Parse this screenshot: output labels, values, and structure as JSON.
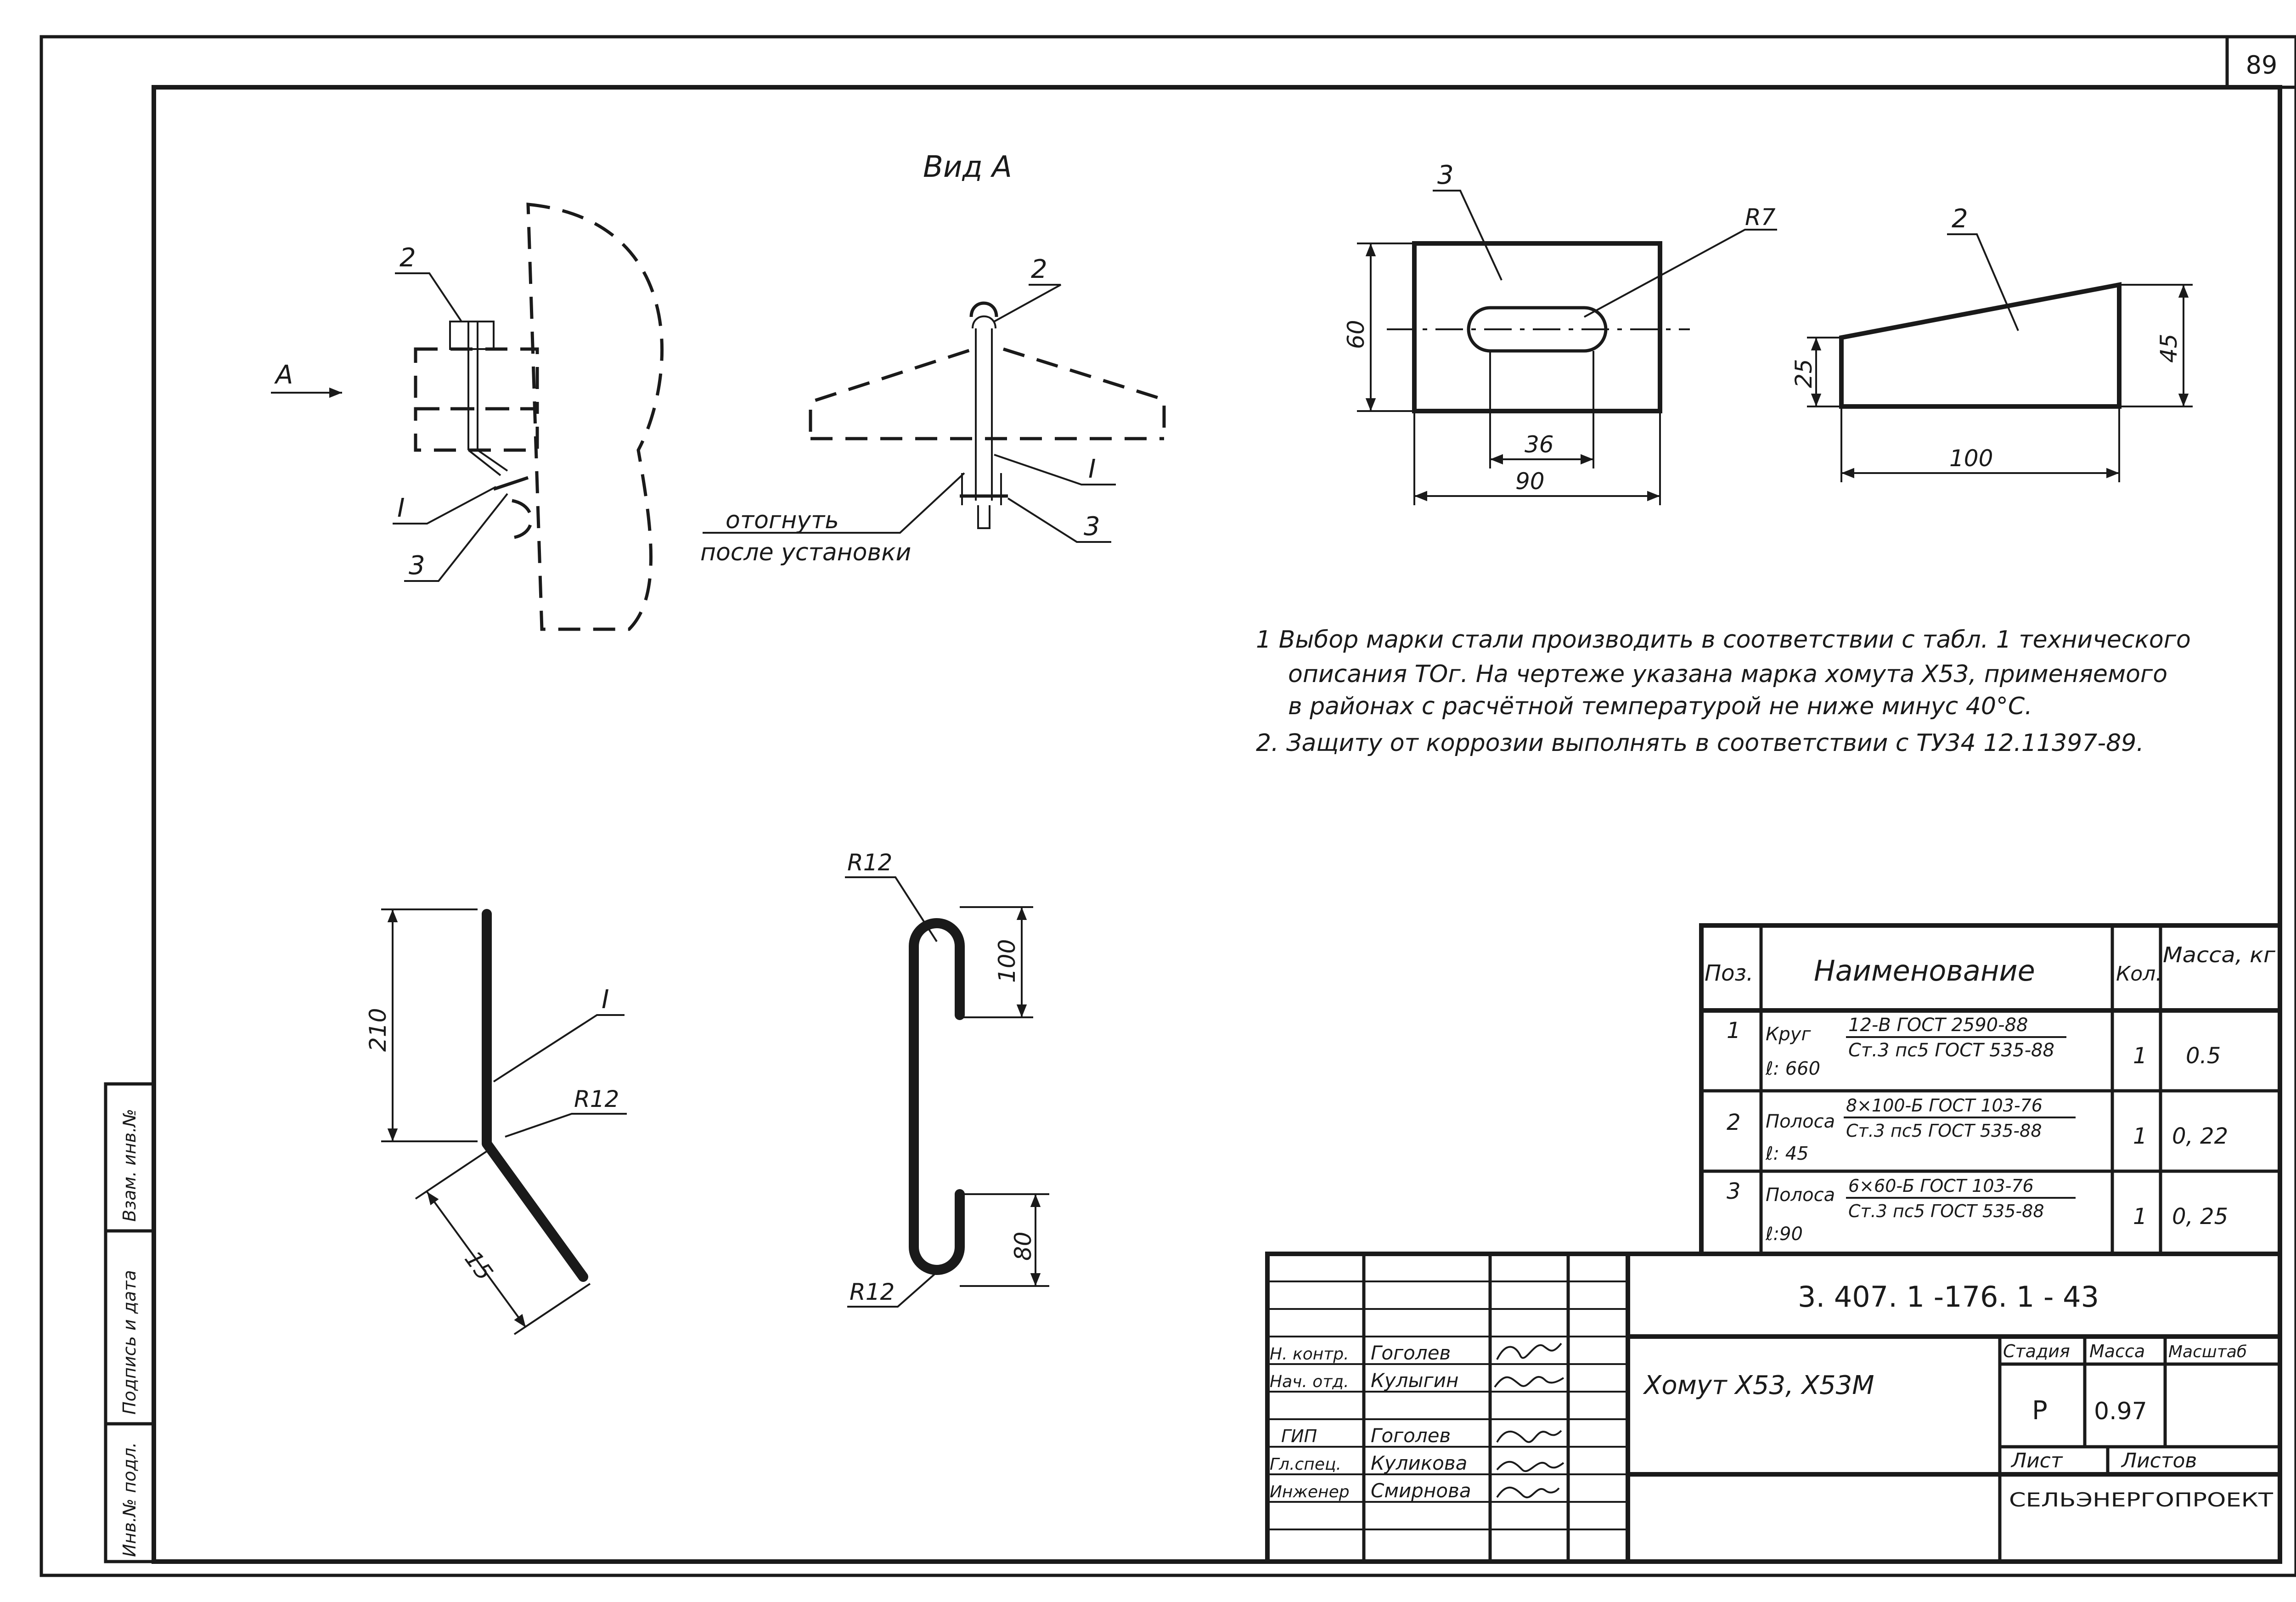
{
  "page_number": "89",
  "view_a": {
    "title": "Вид А",
    "arrow_label": "А",
    "callout_2": "2",
    "callout_1": "I",
    "callout_3": "3"
  },
  "side_view": {
    "callout_2": "2",
    "callout_1": "I",
    "callout_3": "3",
    "note_line1": "отогнуть",
    "note_line2": "после установки"
  },
  "plate3": {
    "callout": "3",
    "radius": "R7",
    "dim_height": "60",
    "dim_slot": "36",
    "dim_width": "90"
  },
  "plate2": {
    "callout": "2",
    "dim_left": "25",
    "dim_right": "45",
    "dim_length": "100"
  },
  "notes": [
    "1  Выбор марки стали производить в соответствии с табл. 1 технического",
    "описания ТОг. На чертеже указана марка хомута Х53, применяемого",
    "в районах с расчётной температурой не ниже минус 40°С.",
    "2. Защиту от коррозии выполнять в соответствии с ТУ34 12.11397-89."
  ],
  "part1": {
    "dim_height": "210",
    "callout": "I",
    "radius": "R12",
    "dim_slant": "15"
  },
  "part_hook": {
    "radius_top": "R12",
    "radius_bottom": "R12",
    "dim_top": "100",
    "dim_bottom": "80"
  },
  "spec_table": {
    "headers": [
      "Поз.",
      "Наименование",
      "Кол.",
      "Масса, кг"
    ],
    "rows": [
      {
        "pos": "1",
        "name": "Круг",
        "fraction_top": "12-В  ГОСТ 2590-88",
        "fraction_bottom": "Ст.3 пс5 ГОСТ 535-88",
        "length": "ℓ: 660",
        "qty": "1",
        "mass": "0.5"
      },
      {
        "pos": "2",
        "name": "Полоса",
        "fraction_top": "8×100-Б  ГОСТ 103-76",
        "fraction_bottom": "Ст.3 пс5  ГОСТ 535-88",
        "length": "ℓ: 45",
        "qty": "1",
        "mass": "0, 22"
      },
      {
        "pos": "3",
        "name": "Полоса",
        "fraction_top": "6×60-Б  ГОСТ 103-76",
        "fraction_bottom": "Ст.3 пс5  ГОСТ 535-88",
        "length": "ℓ:90",
        "qty": "1",
        "mass": "0, 25"
      }
    ]
  },
  "title_block": {
    "doc_code": "3. 407. 1 -176. 1 - 43",
    "product_name": "Хомут Х53, Х53М",
    "stage_label": "Стадия",
    "mass_label": "Масса",
    "scale_label": "Масштаб",
    "stage_value": "Р",
    "mass_value": "0.97",
    "sheet_label": "Лист",
    "sheets_label": "Листов",
    "organization": "СЕЛЬЭНЕРГОПРОЕКТ",
    "signers": [
      {
        "role": "Н. контр.",
        "name": "Гоголев"
      },
      {
        "role": "Нач. отд.",
        "name": "Кулыгин"
      },
      {
        "role": "ГИП",
        "name": "Гоголев"
      },
      {
        "role": "Гл.спец.",
        "name": "Куликова"
      },
      {
        "role": "Инженер",
        "name": "Смирнова"
      }
    ]
  },
  "side_stamp": {
    "field1": "Инв.№ подл.",
    "field2": "Подпись и дата",
    "field3": "Взам. инв.№"
  }
}
